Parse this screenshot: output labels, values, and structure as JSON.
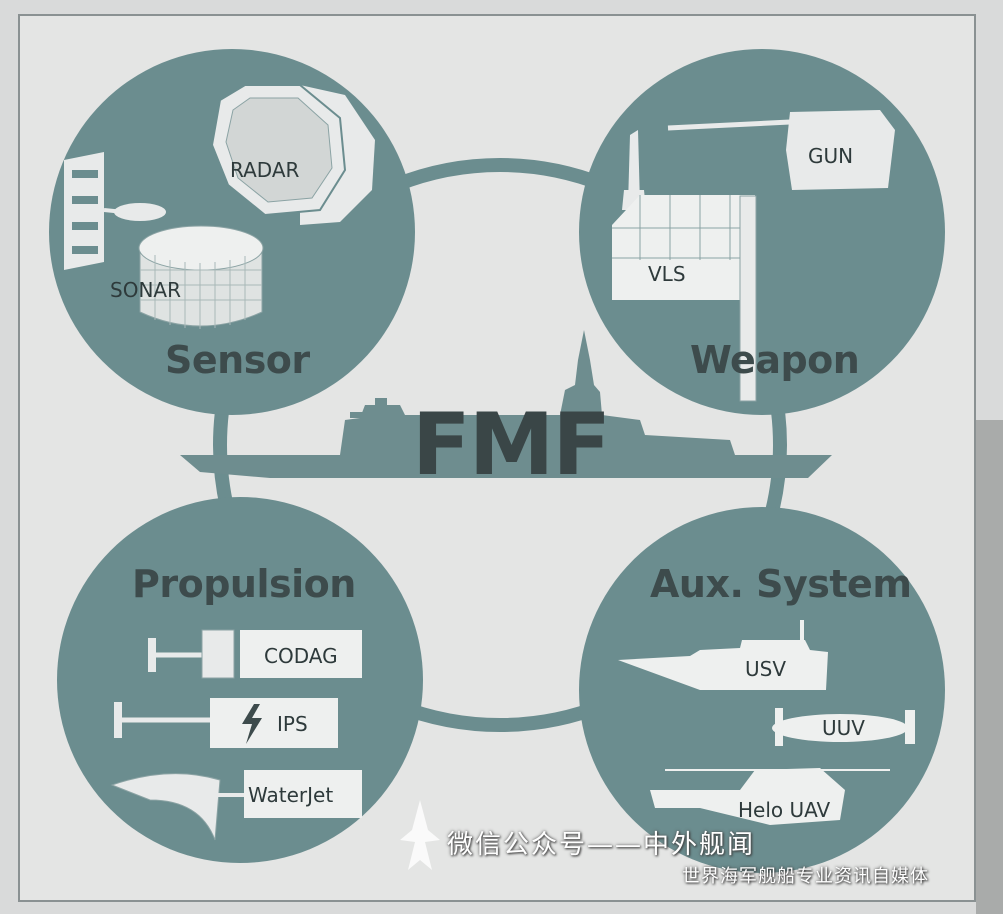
{
  "center": {
    "title": "FMF"
  },
  "sensor": {
    "title": "Sensor",
    "items": [
      "RADAR",
      "SONAR"
    ]
  },
  "weapon": {
    "title": "Weapon",
    "items": [
      "GUN",
      "VLS"
    ]
  },
  "propulsion": {
    "title": "Propulsion",
    "items": [
      "CODAG",
      "IPS",
      "WaterJet"
    ]
  },
  "aux": {
    "title": "Aux. System",
    "items": [
      "USV",
      "UUV",
      "Helo UAV"
    ]
  },
  "watermark": {
    "line1": "微信公众号——中外舰闻",
    "line2": "世界海军舰船专业资讯自媒体"
  },
  "colors": {
    "circle": "#6b8d8f",
    "ship": "#6e8d8f",
    "background": "#e4e5e4",
    "ink": "#3d4b4c",
    "box": "#eef0ef"
  }
}
